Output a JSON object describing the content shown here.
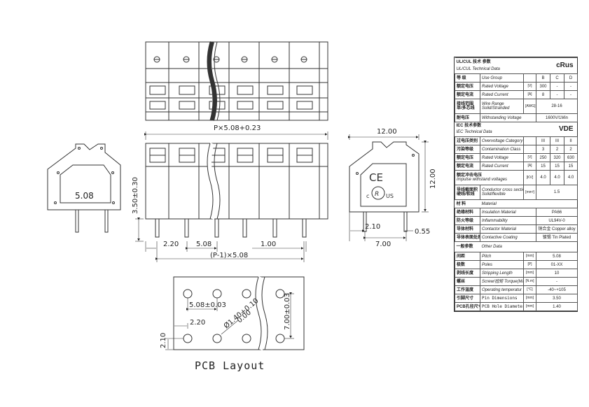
{
  "drawing": {
    "pitch_label": "P×5.08+0.23",
    "height_label": "3.50±0.30",
    "d_2_20": "2.20",
    "d_5_08": "5.08",
    "d_1_00": "1.00",
    "pitch_total": "(P-1)×5.08",
    "side_label": "5.08",
    "r_top": "12.00",
    "r_right": "12.00",
    "r_2_10": "2.10",
    "r_0_55": "0.55",
    "r_7_00": "7.00",
    "pcb_pitch": "5.08±0.03",
    "pcb_hole": "Ø1.40+0.10",
    "pcb_hole_tol": "0.00",
    "pcb_row": "7.00±0.03",
    "pcb_2_20": "2.20",
    "pcb_2_10": "2.10",
    "pcb_title": "PCB  Layout"
  },
  "spec": {
    "ul": {
      "zh1": "UL/CUL  技术 参数",
      "en1": "UL/CUL   Technical Data",
      "mark": "cRus"
    },
    "ul_rows": [
      {
        "zh": "等 级",
        "en": "Use Group",
        "unit": "",
        "v": [
          "B",
          "C",
          "D"
        ]
      },
      {
        "zh": "额定电压",
        "en": "Rated Voltage",
        "unit": "[V]",
        "v": [
          "300",
          "-",
          "-"
        ]
      },
      {
        "zh": "额定电流",
        "en": "Rated Current",
        "unit": "[A]",
        "v": [
          "8",
          "-",
          "-"
        ]
      }
    ],
    "wire": {
      "zh1": "接线范围",
      "en1": "Wire Range",
      "zh2": "单/多芯线",
      "en2": "Solid/Stranded",
      "unit": "[AWG]",
      "v": "28-16"
    },
    "withstand": {
      "zh": "耐电压",
      "en": "Withstanding Voltage",
      "v": "1600V/1Min"
    },
    "iec": {
      "zh1": "IEC  技术参数",
      "en1": "IEC  Technical Data",
      "mark": "VDE"
    },
    "iec_rows": [
      {
        "zh": "过电压类别",
        "en": "Overvoltage Category",
        "unit": "",
        "v": [
          "III",
          "III",
          "II"
        ]
      },
      {
        "zh": "污染等级",
        "en": "Contamination Class",
        "unit": "",
        "v": [
          "3",
          "2",
          "2"
        ]
      },
      {
        "zh": "额定电压",
        "en": "Rated Voltage",
        "unit": "[V]",
        "v": [
          "250",
          "320",
          "630"
        ]
      },
      {
        "zh": "额定电流",
        "en": "Rated Current",
        "unit": "[A]",
        "v": [
          "15",
          "15",
          "15"
        ]
      }
    ],
    "impulse": {
      "zh": "额定冲击电压",
      "en": "Impulse withstand voltages",
      "unit": "[KV]",
      "v": [
        "4.0",
        "4.0",
        "4.0"
      ]
    },
    "cross": {
      "zh1": "导线截面积",
      "en1": "Conductor cross section",
      "zh2": "硬线/软线",
      "en2": "Solid/flexible",
      "unit": "[mm²]",
      "v": "1.5"
    },
    "material_head": {
      "zh": "材 料",
      "en": "Material"
    },
    "material_rows": [
      {
        "zh": "绝缘材料",
        "en": "Insulation Material",
        "v": "PA66"
      },
      {
        "zh": "防火等级",
        "en": "Inflammability",
        "v": "UL94V-0"
      },
      {
        "zh": "导体材料",
        "en": "Contactor Material",
        "v": "铜合金 Copper alloy"
      },
      {
        "zh": "导体表面处理",
        "en": "Contactive Coating",
        "v": "镀锡 Tin Plated"
      }
    ],
    "other_head": {
      "zh": "一般参数",
      "en": "Other Data"
    },
    "other_rows": [
      {
        "zh": "间距",
        "en": "Pitch",
        "unit": "[mm]",
        "v": "5.08"
      },
      {
        "zh": "极数",
        "en": "Poles",
        "unit": "[P]",
        "v": "01-XX"
      },
      {
        "zh": "剥线长度",
        "en": "Stripping Length",
        "unit": "[mm]",
        "v": "10"
      },
      {
        "zh": "螺丝",
        "en": "Screw/扭矩 Torque(Max)",
        "unit": "[N.m]",
        "v": "-"
      },
      {
        "zh": "工作温度",
        "en": "Operating temperatur",
        "unit": "[°C]",
        "v": "-40~+105"
      },
      {
        "zh": "引脚尺寸",
        "en": "Pin Dimensions",
        "unit": "[mm]",
        "v": "3.50"
      },
      {
        "zh": "PCB孔径尺寸",
        "en": "PCB Hole Diameter",
        "unit": "[mm]",
        "v": "1.40"
      }
    ]
  }
}
